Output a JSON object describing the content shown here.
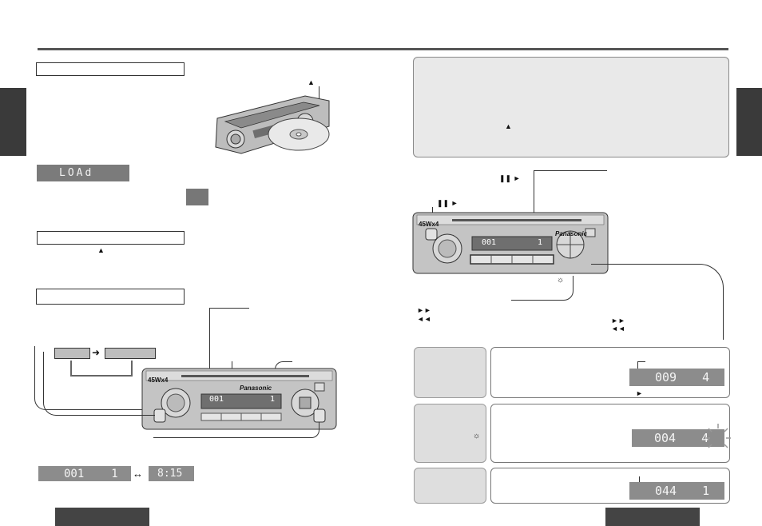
{
  "displays": {
    "load": "LOAd",
    "track_main": "001",
    "track_num": "1",
    "track_alt": "001",
    "track_alt_num": "1",
    "clock": "8:15",
    "scan": "009",
    "scan_num": "4",
    "repeat": "004",
    "repeat_num": "4",
    "random": "044",
    "random_num": "1"
  },
  "brand": {
    "panasonic": "Panasonic",
    "watt": "45Wx4"
  },
  "glyphs": {
    "eject": "▲",
    "pause_play": "❚❚ ►",
    "next": "►►",
    "prev": "◄◄",
    "play": "►",
    "swap": "↔",
    "arrow": "➜",
    "sun": "☼"
  }
}
